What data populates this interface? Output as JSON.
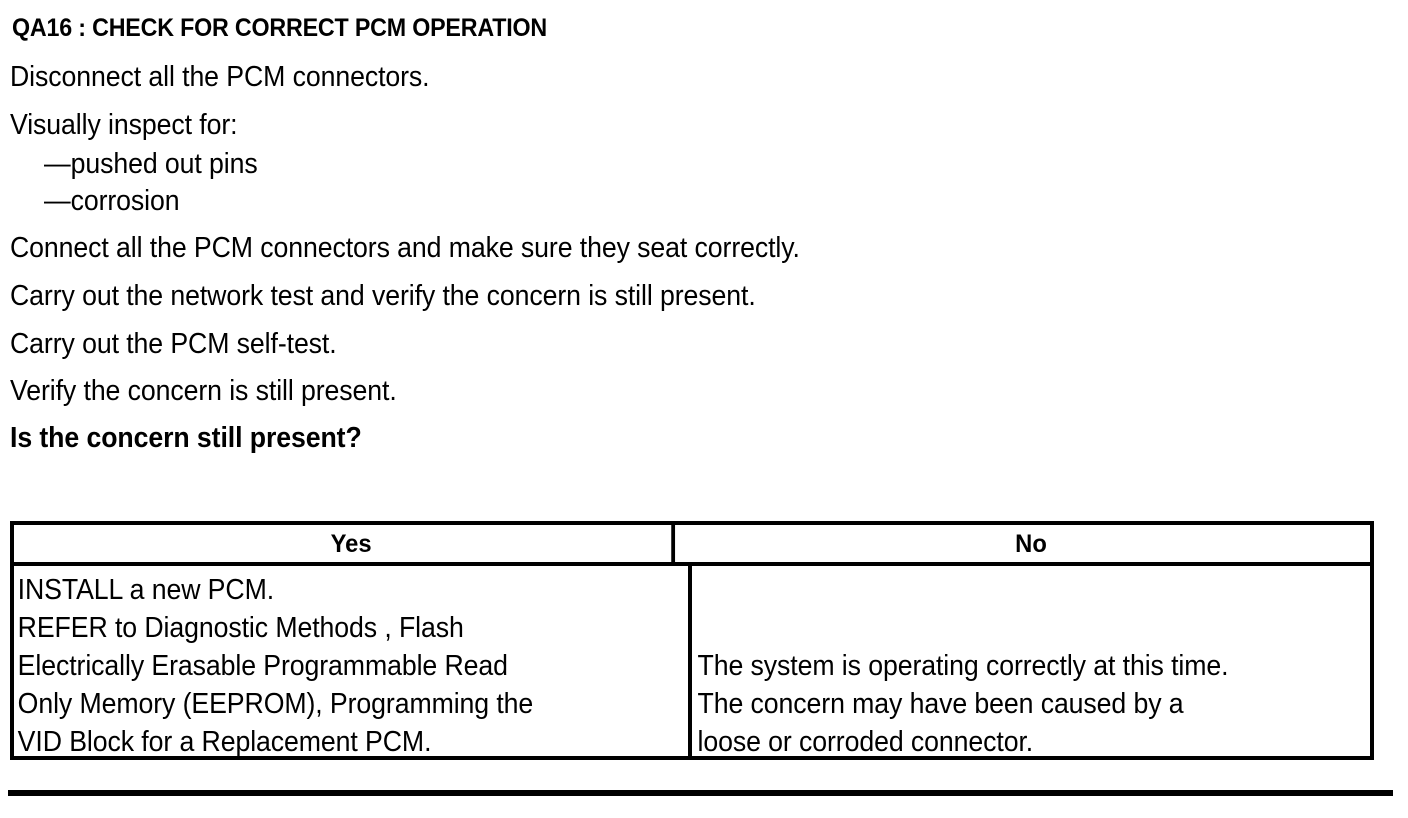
{
  "document": {
    "step_title": "QA16 : CHECK FOR CORRECT PCM OPERATION",
    "instructions": [
      "Disconnect all the PCM connectors.",
      "Visually inspect for:",
      "—pushed out pins",
      "—corrosion",
      "Connect all the PCM connectors and make sure they seat correctly.",
      "Carry out the network test and verify the concern is still present.",
      "Carry out the PCM self-test.",
      "Verify the concern is still present."
    ],
    "question": "Is the concern still present?"
  },
  "decision_table": {
    "headers": [
      "Yes",
      "No"
    ],
    "cells": {
      "yes": "INSTALL a new PCM.\nREFER to Diagnostic Methods , Flash\nElectrically Erasable Programmable Read\nOnly Memory  (EEPROM), Programming the\nVID Block for a Replacement PCM.",
      "no": "The system is operating correctly at this time.\nThe concern may have been caused by a\nloose or corroded connector."
    }
  },
  "colors": {
    "ink": "#000000",
    "paper": "#ffffff"
  }
}
